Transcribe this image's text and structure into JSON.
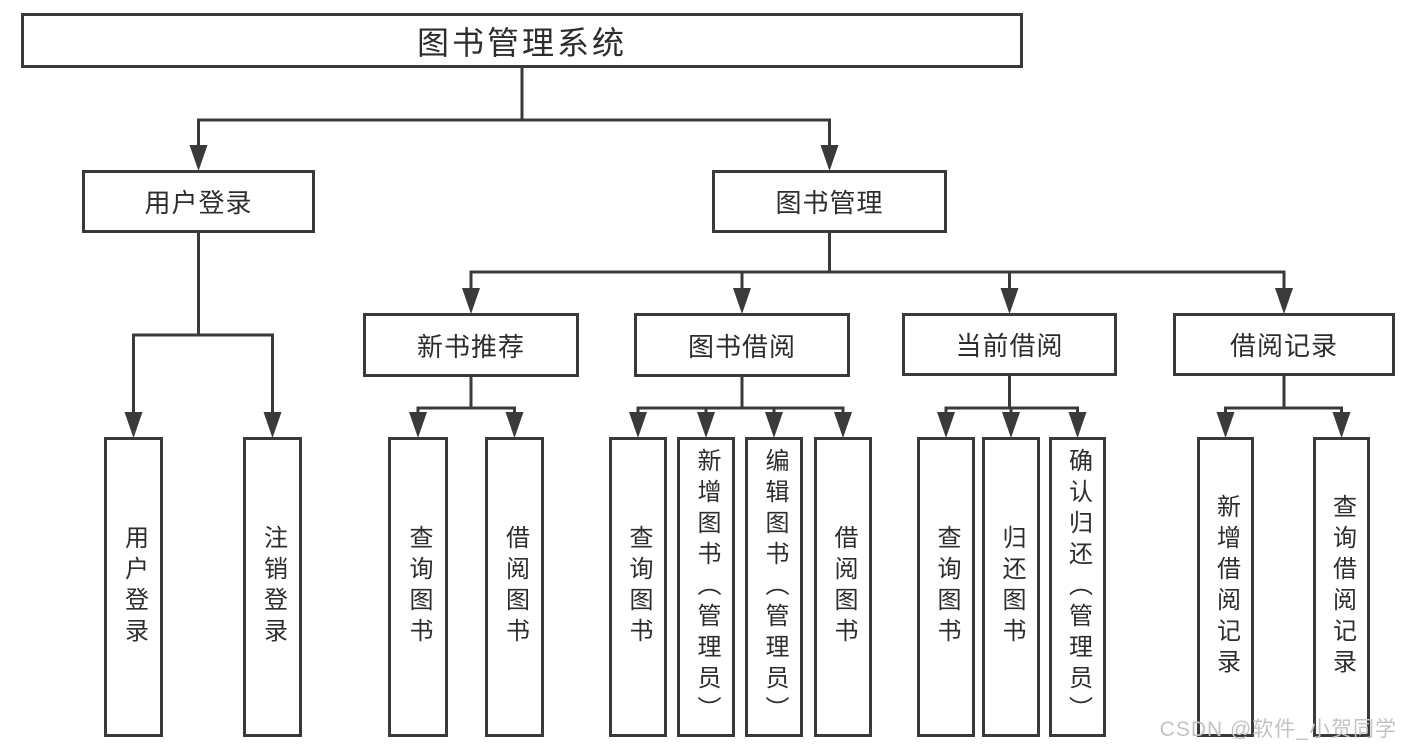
{
  "diagram": {
    "watermark": "CSDN @软件_小贺同学",
    "colors": {
      "line": "#3a3a3a",
      "text": "#2d2d2d",
      "box_fill": "#ffffff",
      "background": "#ffffff",
      "watermark": "#c3c3c3"
    },
    "nodes": [
      {
        "id": "root",
        "label": "图书管理系统",
        "level": 1,
        "parent": null,
        "orientation": "horizontal"
      },
      {
        "id": "user-login",
        "label": "用户登录",
        "level": 2,
        "parent": "root",
        "orientation": "horizontal"
      },
      {
        "id": "book-mgmt",
        "label": "图书管理",
        "level": 2,
        "parent": "root",
        "orientation": "horizontal"
      },
      {
        "id": "new-book-rec",
        "label": "新书推荐",
        "level": 3,
        "parent": "book-mgmt",
        "orientation": "horizontal"
      },
      {
        "id": "book-borrow",
        "label": "图书借阅",
        "level": 3,
        "parent": "book-mgmt",
        "orientation": "horizontal"
      },
      {
        "id": "current-borrow",
        "label": "当前借阅",
        "level": 3,
        "parent": "book-mgmt",
        "orientation": "horizontal"
      },
      {
        "id": "borrow-records",
        "label": "借阅记录",
        "level": 3,
        "parent": "book-mgmt",
        "orientation": "horizontal"
      },
      {
        "id": "leaf-user-login",
        "label": "用户登录",
        "level": 4,
        "parent": "user-login",
        "orientation": "vertical"
      },
      {
        "id": "leaf-logout",
        "label": "注销登录",
        "level": 4,
        "parent": "user-login",
        "orientation": "vertical"
      },
      {
        "id": "leaf-query-books-rec",
        "label": "查询图书",
        "level": 4,
        "parent": "new-book-rec",
        "orientation": "vertical"
      },
      {
        "id": "leaf-borrow-books-rec",
        "label": "借阅图书",
        "level": 4,
        "parent": "new-book-rec",
        "orientation": "vertical"
      },
      {
        "id": "leaf-query-books-borrow",
        "label": "查询图书",
        "level": 4,
        "parent": "book-borrow",
        "orientation": "vertical"
      },
      {
        "id": "leaf-add-books",
        "label": "新增图书（管理员）",
        "level": 4,
        "parent": "book-borrow",
        "orientation": "vertical"
      },
      {
        "id": "leaf-edit-books",
        "label": "编辑图书（管理员）",
        "level": 4,
        "parent": "book-borrow",
        "orientation": "vertical"
      },
      {
        "id": "leaf-borrow-books",
        "label": "借阅图书",
        "level": 4,
        "parent": "book-borrow",
        "orientation": "vertical"
      },
      {
        "id": "leaf-query-books-current",
        "label": "查询图书",
        "level": 4,
        "parent": "current-borrow",
        "orientation": "vertical"
      },
      {
        "id": "leaf-return-books",
        "label": "归还图书",
        "level": 4,
        "parent": "current-borrow",
        "orientation": "vertical"
      },
      {
        "id": "leaf-confirm-return",
        "label": "确认归还（管理员）",
        "level": 4,
        "parent": "current-borrow",
        "orientation": "vertical"
      },
      {
        "id": "leaf-add-borrow-record",
        "label": "新增借阅记录",
        "level": 4,
        "parent": "borrow-records",
        "orientation": "vertical"
      },
      {
        "id": "leaf-query-borrow-record",
        "label": "查询借阅记录",
        "level": 4,
        "parent": "borrow-records",
        "orientation": "vertical"
      }
    ]
  }
}
